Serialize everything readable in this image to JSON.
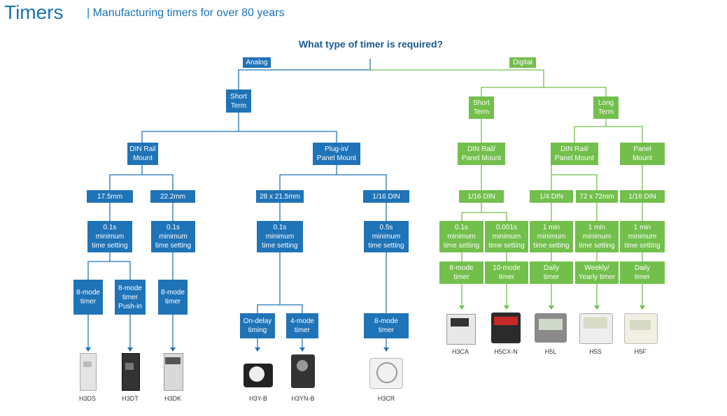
{
  "header": {
    "title": "Timers",
    "subtitle": "| Manufacturing timers for over 80 years"
  },
  "question": "What type of timer is required?",
  "colors": {
    "analog": "#1f73b7",
    "digital": "#72bf4c"
  },
  "nodes": {
    "analog": "Analog",
    "digital": "Digital",
    "a_short_term": "Short\nTerm",
    "a_din_rail": "DIN Rail\nMount",
    "a_plugin_panel": "Plug-in/\nPanel Mount",
    "a_17_5": "17.5mm",
    "a_22_2": "22.2mm",
    "a_28x21": "28 x 21.5mm",
    "a_116din": "1/16 DIN",
    "a_t1": "0.1s\nminimum\ntime setting",
    "a_t2": "0.1s\nminimum\ntime setting",
    "a_t3": "0.1s\nminimum\ntime setting",
    "a_t4": "0.5s\nminimum\ntime setting",
    "a_m1": "8-mode\ntimer",
    "a_m2": "8-mode\ntimer\nPush-in",
    "a_m3": "8-mode\ntimer",
    "a_m4": "On-delay\ntiming",
    "a_m5": "4-mode\ntimer",
    "a_m6": "8-mode\ntimer",
    "d_short_term": "Short\nTerm",
    "d_long_term": "Long\nTerm",
    "d_din_panel": "DIN Rail/\nPanel Mount",
    "d_din_panel2": "DIN Rail/\nPanel Mount",
    "d_panel": "Panel\nMount",
    "d_116din": "1/16 DIN",
    "d_14din": "1/4 DIN",
    "d_72x72": "72 x 72mm",
    "d_116din2": "1/16 DIN",
    "d_t1": "0.1s\nminimum\ntime setting",
    "d_t2": "0.001s\nminimum\ntime setting",
    "d_t3": "1 min\nminimum\ntime setting",
    "d_t4": "1 min\nminimum\ntime setting",
    "d_t5": "1 min\nminimum\ntime setting",
    "d_m1": "8-mode\ntimer",
    "d_m2": "10-mode\ntimer",
    "d_m3": "Daily\ntimer",
    "d_m4": "Weekly/\nYearly timer",
    "d_m5": "Daily\ntimer"
  },
  "products": [
    {
      "name": "H3DS"
    },
    {
      "name": "H3DT"
    },
    {
      "name": "H3DK"
    },
    {
      "name": "H3Y-B"
    },
    {
      "name": "H3YN-B"
    },
    {
      "name": "H3CR"
    },
    {
      "name": "H3CA"
    },
    {
      "name": "H5CX-N"
    },
    {
      "name": "H5L"
    },
    {
      "name": "H5S"
    },
    {
      "name": "H5F"
    }
  ]
}
